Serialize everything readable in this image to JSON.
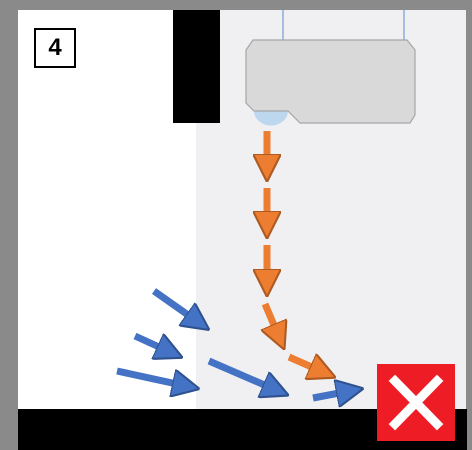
{
  "panel": {
    "step_number": "4"
  },
  "colors": {
    "frame": "#8a8a8a",
    "left_zone": "#ffffff",
    "right_zone": "#f0f0f2",
    "wall": "#000000",
    "unit_body": "#d9d9d9",
    "unit_lens": "#bdd7ee",
    "cold_arrow": "#ed7d31",
    "warm_arrow": "#4472c4",
    "mark_background": "#ee1c25",
    "mark_cross": "#ffffff"
  },
  "icons": {
    "ceiling_unit": "ceiling-mounted-unit",
    "fail_mark": "red-x-mark"
  }
}
